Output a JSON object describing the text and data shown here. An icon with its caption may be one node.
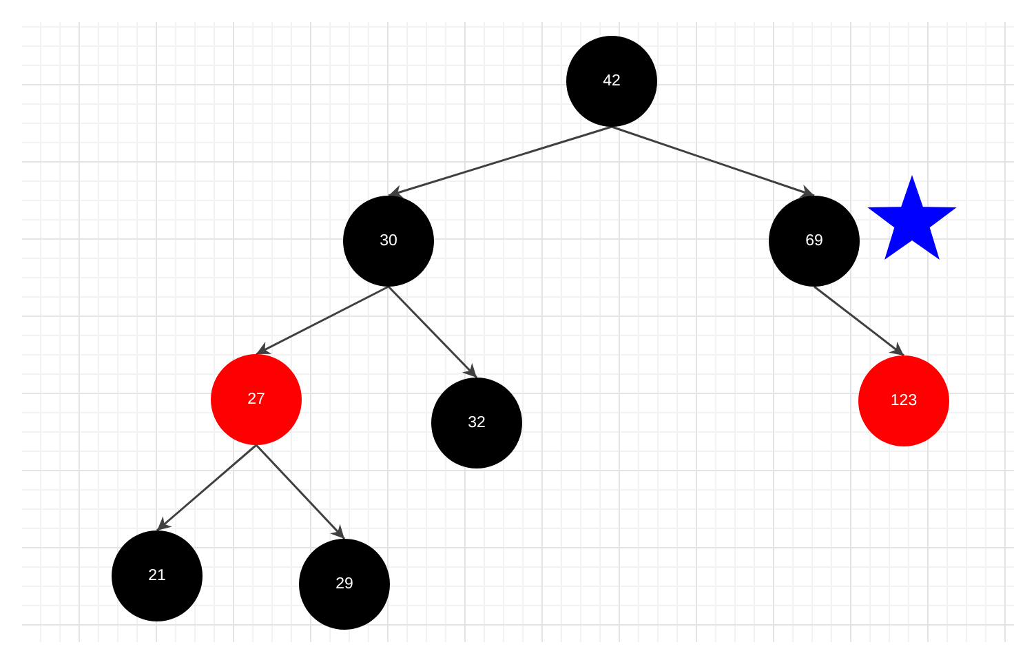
{
  "diagram": {
    "nodes": [
      {
        "text": [
          "42"
        ]
      },
      {
        "text": [
          "30"
        ]
      },
      {
        "text": [
          "69"
        ]
      },
      {
        "text": [
          "27"
        ]
      },
      {
        "text": [
          "32"
        ]
      },
      {
        "text": [
          "123"
        ]
      },
      {
        "text": [
          "21"
        ]
      },
      {
        "text": [
          "29"
        ]
      }
    ],
    "edges": [
      {
        "from": 0,
        "to": 1,
        "arrow": "to"
      },
      {
        "from": 0,
        "to": 2,
        "arrow": "to"
      },
      {
        "from": 1,
        "to": 3,
        "arrow": "to"
      },
      {
        "from": 1,
        "to": 4,
        "arrow": "to"
      },
      {
        "from": 2,
        "to": 5,
        "arrow": "to"
      },
      {
        "from": 3,
        "to": 6,
        "arrow": "to"
      },
      {
        "from": 3,
        "to": 7,
        "arrow": "to"
      }
    ]
  }
}
